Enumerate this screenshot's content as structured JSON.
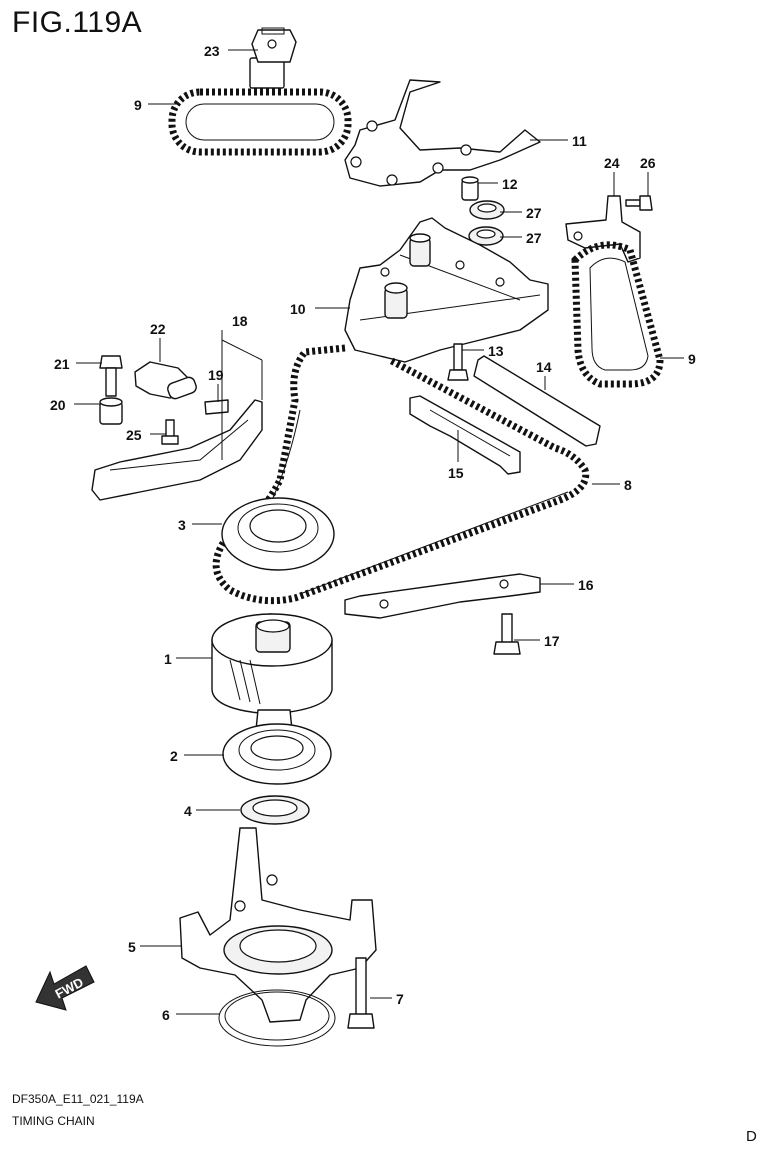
{
  "header": {
    "figure": "FIG.119A"
  },
  "footer": {
    "code": "DF350A_E11_021_119A",
    "name": "TIMING CHAIN",
    "page_letter": "D"
  },
  "fwd_label": "FWD",
  "callouts": {
    "c23": "23",
    "c9a": "9",
    "c11": "11",
    "c12": "12",
    "c24": "24",
    "c26": "26",
    "c27a": "27",
    "c27b": "27",
    "c10": "10",
    "c22": "22",
    "c18": "18",
    "c21": "21",
    "c19": "19",
    "c13": "13",
    "c14": "14",
    "c9b": "9",
    "c20": "20",
    "c25": "25",
    "c15": "15",
    "c8": "8",
    "c3": "3",
    "c16": "16",
    "c17": "17",
    "c1": "1",
    "c2": "2",
    "c4": "4",
    "c5": "5",
    "c7": "7",
    "c6": "6"
  }
}
